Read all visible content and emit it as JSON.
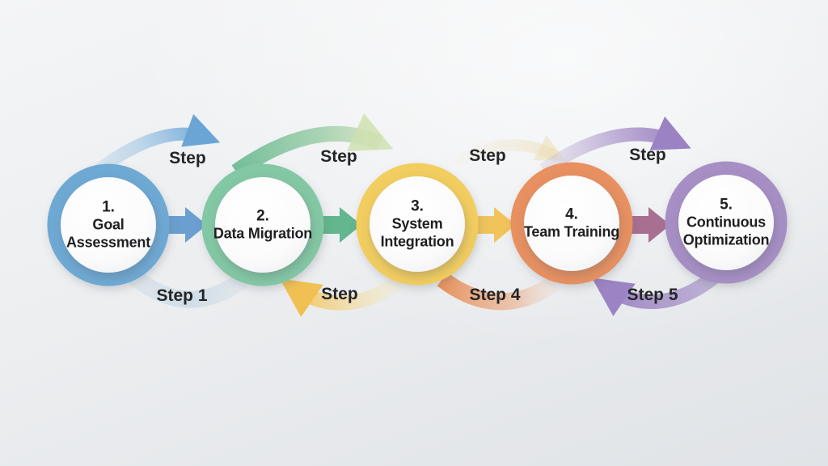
{
  "diagram": {
    "kind": "5-step circular process flow",
    "background_color": "#eceef0",
    "text_color": "#1e1f21"
  },
  "steps": [
    {
      "number": "1.",
      "title": "Goal Assessment",
      "color": "#6ea9d4"
    },
    {
      "number": "2.",
      "title": "Data Migration",
      "color": "#83c8a4"
    },
    {
      "number": "3.",
      "title": "System Integration",
      "color": "#f2cd5e"
    },
    {
      "number": "4.",
      "title": "Team Training",
      "color": "#e89060"
    },
    {
      "number": "5.",
      "title": "Continuous Optimization",
      "color": "#a78fc5"
    }
  ],
  "top_labels": [
    "Step",
    "Step",
    "Step",
    "Step"
  ],
  "bottom_labels": [
    "Step 1",
    "Step",
    "Step 4",
    "Step 5"
  ],
  "arrow_colors": {
    "forward": [
      "#6b9fd0",
      "#63b68f",
      "#f1c35b",
      "#a96f90"
    ],
    "top_arcs": [
      "#74abd9",
      "#7ec49b",
      "#e9dcb9",
      "#9b82c2"
    ],
    "bottom_arcs": [
      "#b9cfdf",
      "#f0c152",
      "#e8935f",
      "#a089c6"
    ]
  }
}
